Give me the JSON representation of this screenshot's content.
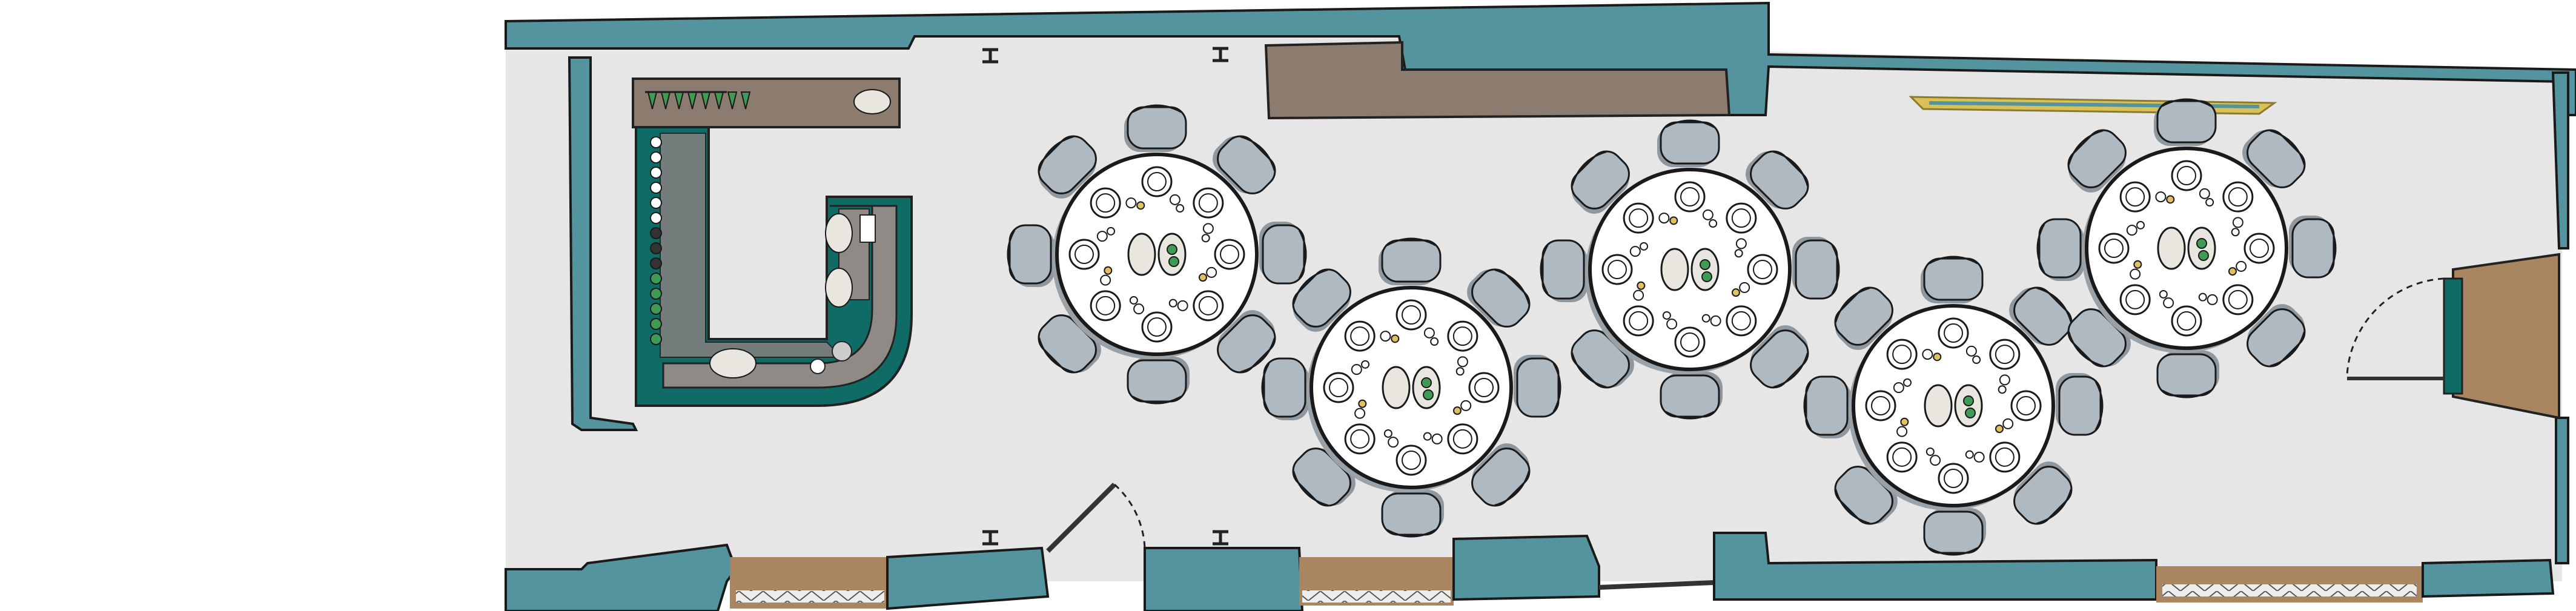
{
  "colors": {
    "background": "#ffffff",
    "floor": "#e6e6e6",
    "wall": "#54949e",
    "wall_dark": "#2f5f66",
    "bar_top": "#0f6b66",
    "bar_counter": "#8f8a86",
    "console": "#8c7b6f",
    "wood": "#a98560",
    "chair": "#aeb9c2",
    "chair_shadow": "#8f989f",
    "table": "#ffffff",
    "outline": "#1a1a1a",
    "mirror": "#d9c15a",
    "glass_green": "#3f9a55",
    "glass_yellow": "#e0c060",
    "platter": "#e9e6e0"
  },
  "elements": {
    "room": "room-outline",
    "bar": "u-shaped-bar",
    "back_bar": "back-bar-shelf",
    "console": "console-table",
    "entrance": "entrance-door",
    "tables": [
      "round-table-1",
      "round-table-2",
      "round-table-3",
      "round-table-4",
      "round-table-5"
    ],
    "chairs_per_table": 8,
    "icons": [
      "chair-icon",
      "place-setting-icon",
      "platter-icon",
      "door-swing-icon",
      "light-fixture-icon"
    ]
  }
}
